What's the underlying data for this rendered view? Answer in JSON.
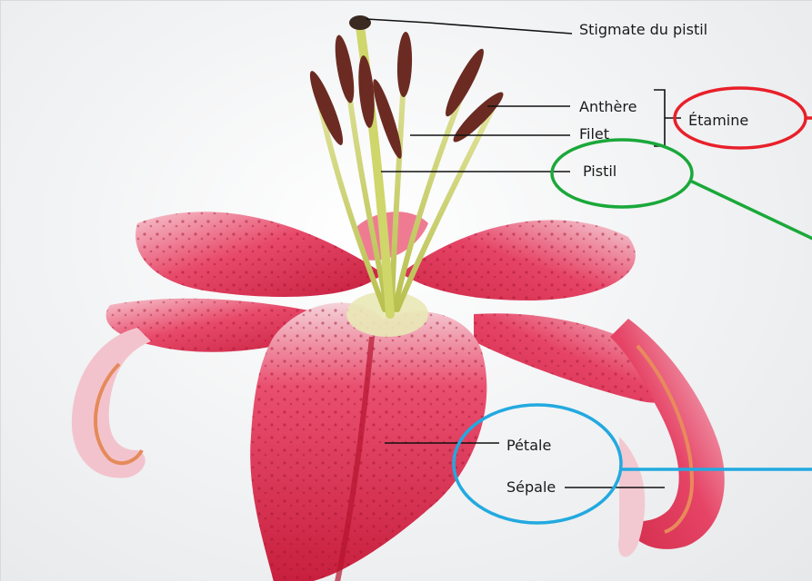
{
  "labels": {
    "stigmate": "Stigmate du pistil",
    "anthere": "Anthère",
    "filet": "Filet",
    "etamine": "Étamine",
    "pistil": "Pistil",
    "petale": "Pétale",
    "sepale": "Sépale"
  },
  "highlights": {
    "etamine_color": "#e8202a",
    "pistil_color": "#1aa83a",
    "petale_sepale_color": "#22a9e0"
  },
  "colors": {
    "petal_pink": "#e94b6d",
    "petal_deep": "#c7203f",
    "petal_edge": "#f7d8de",
    "stem_green": "#c9cf6a",
    "anther_brown": "#6a2a22",
    "line_black": "#111111"
  }
}
